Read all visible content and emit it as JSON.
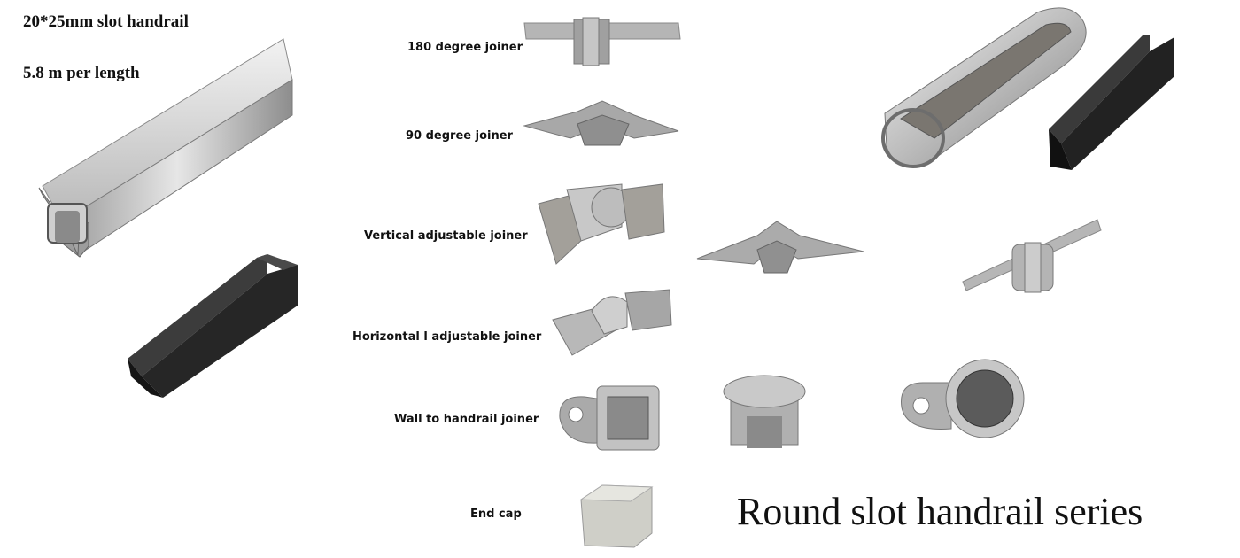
{
  "left_product": {
    "title": "20*25mm slot handrail",
    "length": "5.8 m per length"
  },
  "fittings": [
    {
      "label": "180 degree joiner"
    },
    {
      "label": "90 degree joiner"
    },
    {
      "label": "Vertical adjustable  joiner"
    },
    {
      "label": "Horizontal l adjustable joiner"
    },
    {
      "label": "Wall to handrail  joiner"
    },
    {
      "label": "End cap"
    }
  ],
  "series_title": "Round slot handrail series",
  "colors": {
    "steel_light": "#d8d8d8",
    "steel_mid": "#a9a9a9",
    "steel_dark": "#6e6e6e",
    "rubber_black": "#2a2a2a"
  }
}
